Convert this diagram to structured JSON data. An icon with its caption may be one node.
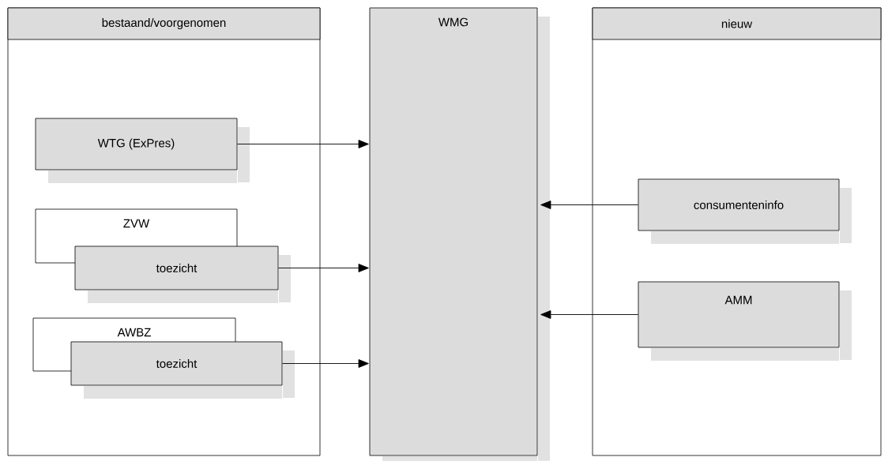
{
  "diagram": {
    "nodes": [
      {
        "text": [
          "bestaand/voorgenomen"
        ]
      },
      {
        "text": [
          "WTG (ExPres)"
        ],
        "in": 0
      },
      {
        "text": [
          "ZVW"
        ],
        "in": 0
      },
      {
        "text": [
          "toezicht"
        ],
        "in": 0
      },
      {
        "text": [
          "AWBZ"
        ],
        "in": 0
      },
      {
        "text": [
          "toezicht"
        ],
        "in": 0
      },
      {
        "text": [
          "WMG"
        ]
      },
      {
        "text": [
          "nieuw"
        ]
      },
      {
        "text": [
          "consumenteninfo"
        ],
        "in": 7
      },
      {
        "text": [
          "AMM"
        ],
        "in": 7
      }
    ],
    "edges": [
      {
        "from": 1,
        "to": 6,
        "arrow": "to"
      },
      {
        "from": 3,
        "to": 6,
        "arrow": "to"
      },
      {
        "from": 5,
        "to": 6,
        "arrow": "to"
      },
      {
        "from": 8,
        "to": 6,
        "arrow": "to"
      },
      {
        "from": 9,
        "to": 6,
        "arrow": "to"
      }
    ]
  }
}
